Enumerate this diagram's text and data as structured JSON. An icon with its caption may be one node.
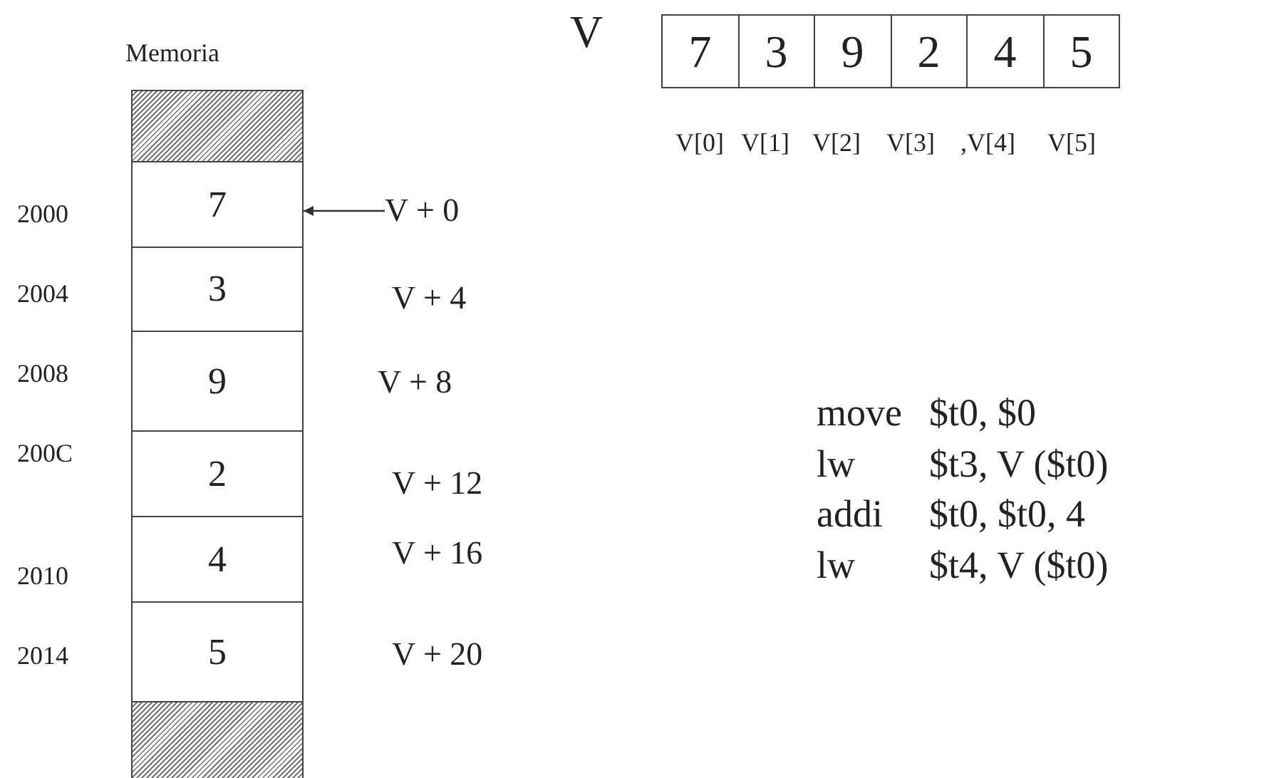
{
  "diagram": {
    "nodes": [
      {
        "text": [],
        "shape": "box"
      },
      {
        "text": [
          "7"
        ]
      },
      {
        "text": [
          "3"
        ]
      },
      {
        "text": [
          "9"
        ]
      },
      {
        "text": [
          "2"
        ]
      },
      {
        "text": [
          "4"
        ]
      },
      {
        "text": [
          "5"
        ]
      },
      {
        "text": [],
        "shape": "box"
      },
      {
        "text": [
          "V + 0"
        ]
      },
      {
        "text": [
          "7"
        ]
      },
      {
        "text": [
          "3"
        ]
      },
      {
        "text": [
          "9"
        ]
      },
      {
        "text": [
          "2"
        ]
      },
      {
        "text": [
          "4"
        ]
      },
      {
        "text": [
          "5"
        ]
      }
    ],
    "edges": [
      {
        "from": 8,
        "to": 1,
        "arrow": "to"
      }
    ],
    "labels": [
      "Memoria",
      "V",
      "V[0]",
      "V[1]",
      "V[2]",
      "V[3]",
      ",V[4]",
      "V[5]",
      "2000",
      "2004",
      "V + 4",
      "2008",
      "V + 8",
      "200C",
      "V + 12",
      "V + 16",
      "2010",
      "2014",
      "V + 20",
      "move",
      "$t0, $0",
      "lw",
      "$t3, V ($t0)",
      "addi",
      "$t0, $t0, 4",
      "lw",
      "$t4, V ($t0)"
    ]
  }
}
